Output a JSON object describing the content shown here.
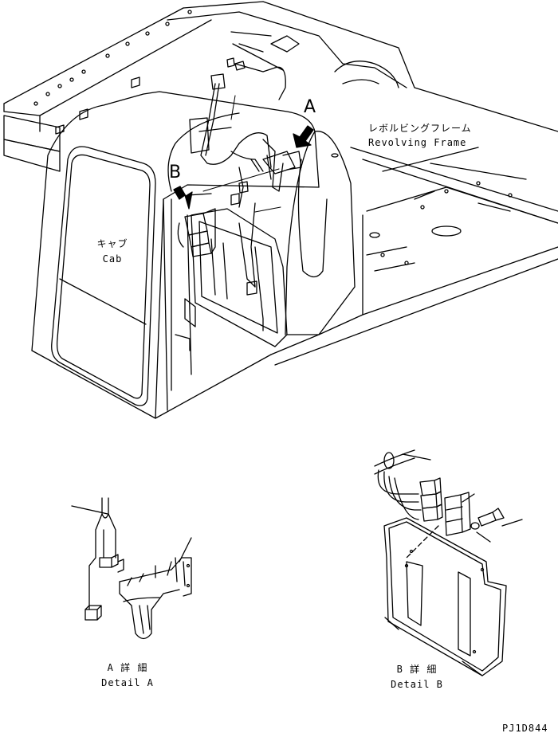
{
  "callouts": {
    "a": "A",
    "b": "B"
  },
  "labels": {
    "revolving_frame_jp": "レボルビングフレーム",
    "revolving_frame_en": "Revolving Frame",
    "cab_jp": "キャブ",
    "cab_en": "Cab",
    "detail_a_jp": "A 詳 細",
    "detail_a_en": "Detail A",
    "detail_b_jp": "B 詳 細",
    "detail_b_en": "Detail B"
  },
  "drawing_code": "PJ1D844",
  "colors": {
    "line": "#000000",
    "background": "#ffffff"
  }
}
